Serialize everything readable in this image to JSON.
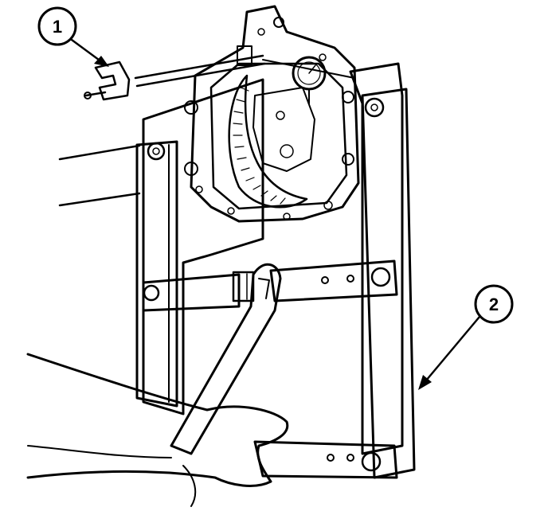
{
  "callouts": [
    {
      "id": "callout-1",
      "label": "1",
      "target": "c-clamp"
    },
    {
      "id": "callout-2",
      "label": "2",
      "target": "spreader-frame"
    }
  ],
  "colors": {
    "ink": "#000000",
    "paper": "#ffffff"
  }
}
